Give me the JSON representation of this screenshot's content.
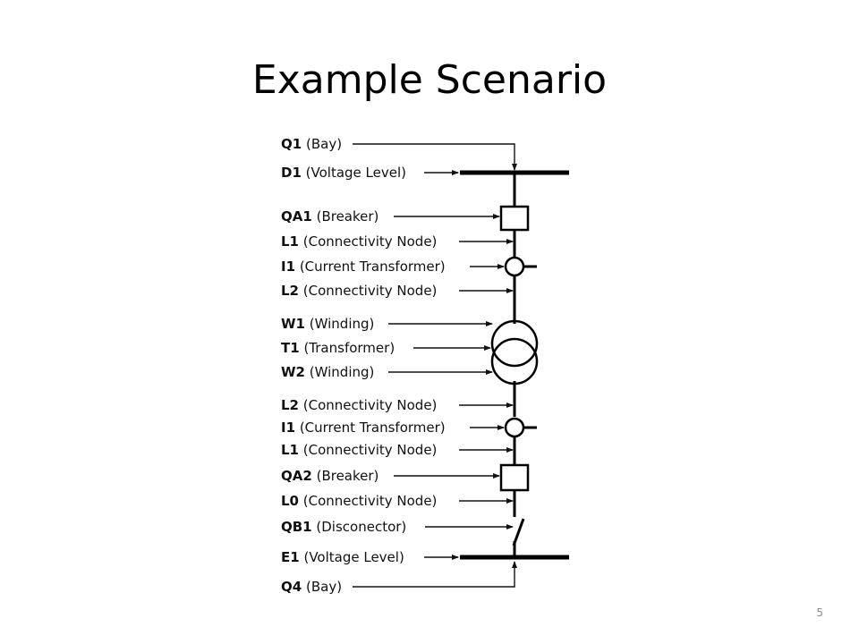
{
  "slide": {
    "title": "Example Scenario",
    "page_number": "5"
  },
  "diagram": {
    "labels": [
      {
        "id": "q1",
        "code": "Q1",
        "name": "(Bay)"
      },
      {
        "id": "d1",
        "code": "D1",
        "name": "(Voltage Level)"
      },
      {
        "id": "qa1",
        "code": "QA1",
        "name": "(Breaker)"
      },
      {
        "id": "l1a",
        "code": "L1",
        "name": "(Connectivity Node)"
      },
      {
        "id": "i1a",
        "code": "I1",
        "name": "(Current Transformer)"
      },
      {
        "id": "l2a",
        "code": "L2",
        "name": "(Connectivity Node)"
      },
      {
        "id": "w1",
        "code": "W1",
        "name": "(Winding)"
      },
      {
        "id": "t1",
        "code": "T1",
        "name": "(Transformer)"
      },
      {
        "id": "w2",
        "code": "W2",
        "name": "(Winding)"
      },
      {
        "id": "l2b",
        "code": "L2",
        "name": "(Connectivity Node)"
      },
      {
        "id": "i1b",
        "code": "I1",
        "name": "(Current Transformer)"
      },
      {
        "id": "l1b",
        "code": "L1",
        "name": "(Connectivity Node)"
      },
      {
        "id": "qa2",
        "code": "QA2",
        "name": "(Breaker)"
      },
      {
        "id": "l0",
        "code": "L0",
        "name": "(Connectivity Node)"
      },
      {
        "id": "qb1",
        "code": "QB1",
        "name": "(Disconector)"
      },
      {
        "id": "e1",
        "code": "E1",
        "name": "(Voltage Level)"
      },
      {
        "id": "q4",
        "code": "Q4",
        "name": "(Bay)"
      }
    ]
  }
}
